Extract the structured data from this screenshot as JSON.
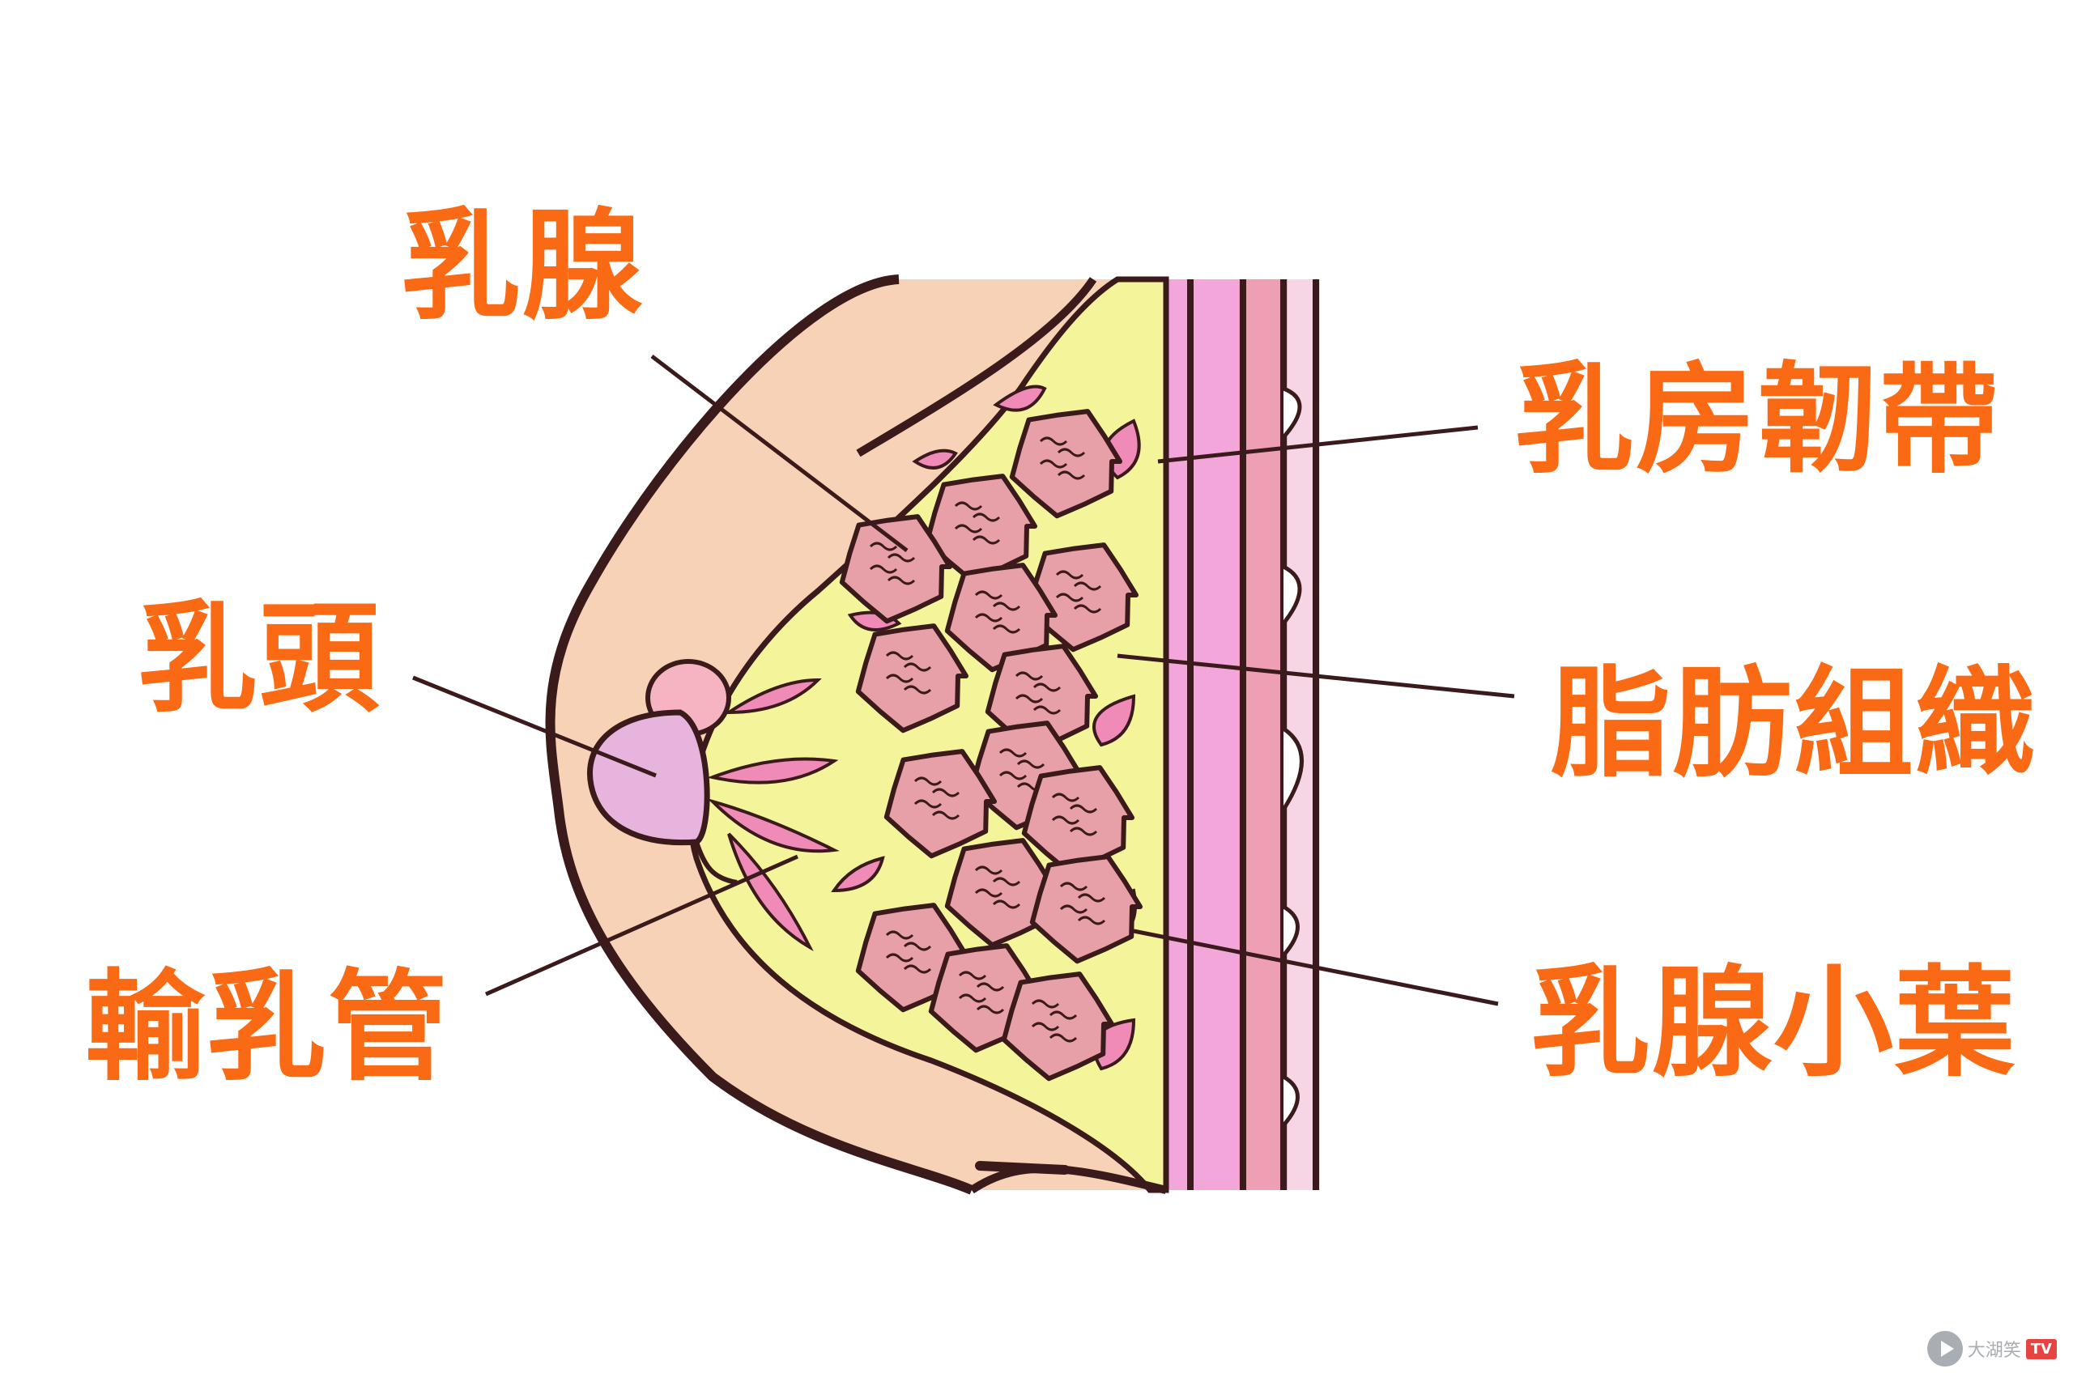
{
  "labels": {
    "mammary_gland": "乳腺",
    "nipple": "乳頭",
    "lactiferous_duct": "輸乳管",
    "suspensory_ligament": "乳房韌帶",
    "adipose_tissue": "脂肪組織",
    "lobules": "乳腺小葉"
  },
  "watermark": {
    "text": "大湖笑",
    "badge": "TV"
  },
  "colors": {
    "label": "#fa6a14",
    "skin": "#f7d2b6",
    "fat": "#f4f59a",
    "ligament": "#f08bb8",
    "lobule": "#e8a0a8",
    "muscle": "#f2a6da",
    "outline": "#3a1a1a",
    "nipple": "#e6b4dc"
  }
}
